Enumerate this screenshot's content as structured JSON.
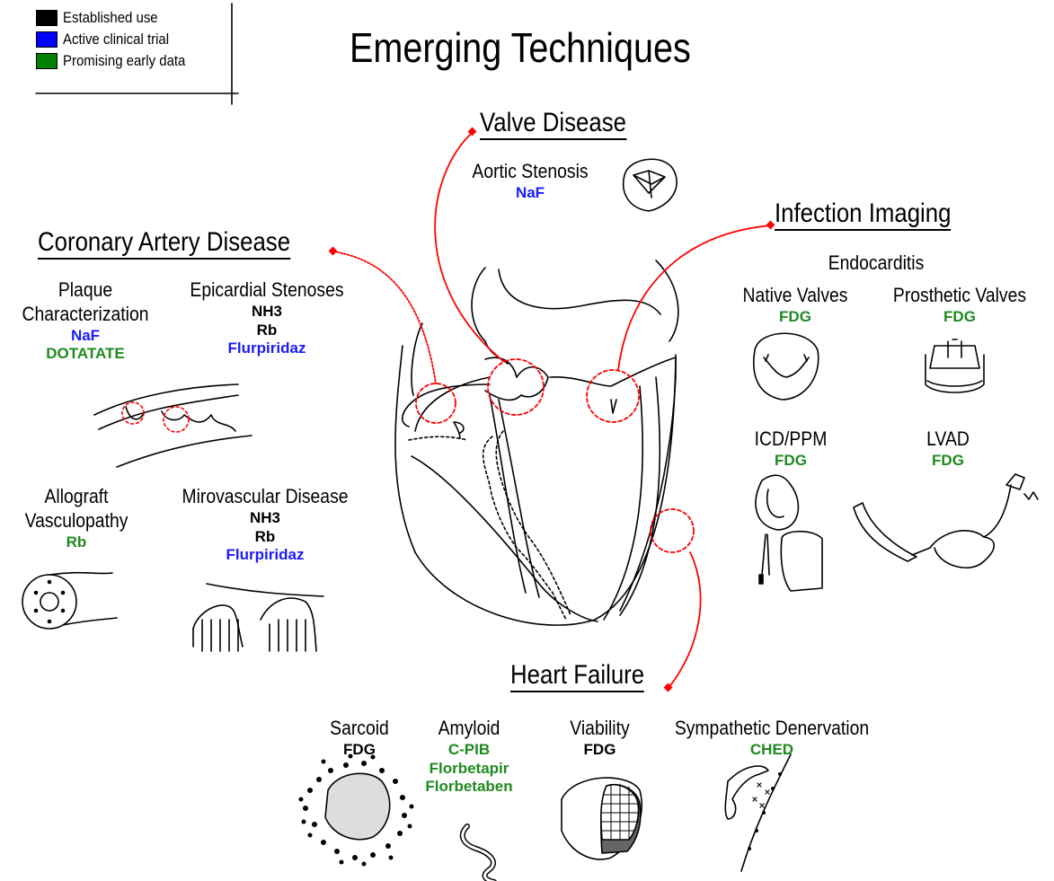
{
  "title": "Emerging Techniques",
  "legend": [
    {
      "label": "Established use",
      "color": "#000000"
    },
    {
      "label": "Active clinical trial",
      "color": "#0000ff"
    },
    {
      "label": "Promising early data",
      "color": "#008000"
    }
  ],
  "colors": {
    "established": "#000000",
    "active": "#1a1aff",
    "promising": "#1f8a1f",
    "connector": "#ff0000"
  },
  "sections": {
    "valve": {
      "heading": "Valve Disease",
      "aortic": {
        "label": "Aortic Stenosis",
        "tracers": [
          "NaF"
        ]
      }
    },
    "cad": {
      "heading": "Coronary Artery Disease",
      "plaque": {
        "label_line1": "Plaque",
        "label_line2": "Characterization",
        "tracers": [
          "NaF",
          "DOTATATE"
        ]
      },
      "epicardial": {
        "label": "Epicardial Stenoses",
        "tracers": [
          "NH3",
          "Rb",
          "Flurpiridaz"
        ]
      },
      "allograft": {
        "label_line1": "Allograft",
        "label_line2": "Vasculopathy",
        "tracers": [
          "Rb"
        ]
      },
      "microvascular": {
        "label": "Mirovascular Disease",
        "tracers": [
          "NH3",
          "Rb",
          "Flurpiridaz"
        ]
      }
    },
    "infection": {
      "heading": "Infection Imaging",
      "endocarditis": "Endocarditis",
      "native": {
        "label": "Native Valves",
        "tracers": [
          "FDG"
        ]
      },
      "prosthetic": {
        "label": "Prosthetic Valves",
        "tracers": [
          "FDG"
        ]
      },
      "icd": {
        "label": "ICD/PPM",
        "tracers": [
          "FDG"
        ]
      },
      "lvad": {
        "label": "LVAD",
        "tracers": [
          "FDG"
        ]
      }
    },
    "hf": {
      "heading": "Heart Failure",
      "sarcoid": {
        "label": "Sarcoid",
        "tracers": [
          "FDG"
        ]
      },
      "amyloid": {
        "label": "Amyloid",
        "tracers": [
          "C-PIB",
          "Florbetapir",
          "Florbetaben"
        ]
      },
      "viability": {
        "label": "Viability",
        "tracers": [
          "FDG"
        ]
      },
      "sympathetic": {
        "label": "Sympathetic Denervation",
        "tracers": [
          "CHED"
        ]
      }
    }
  }
}
